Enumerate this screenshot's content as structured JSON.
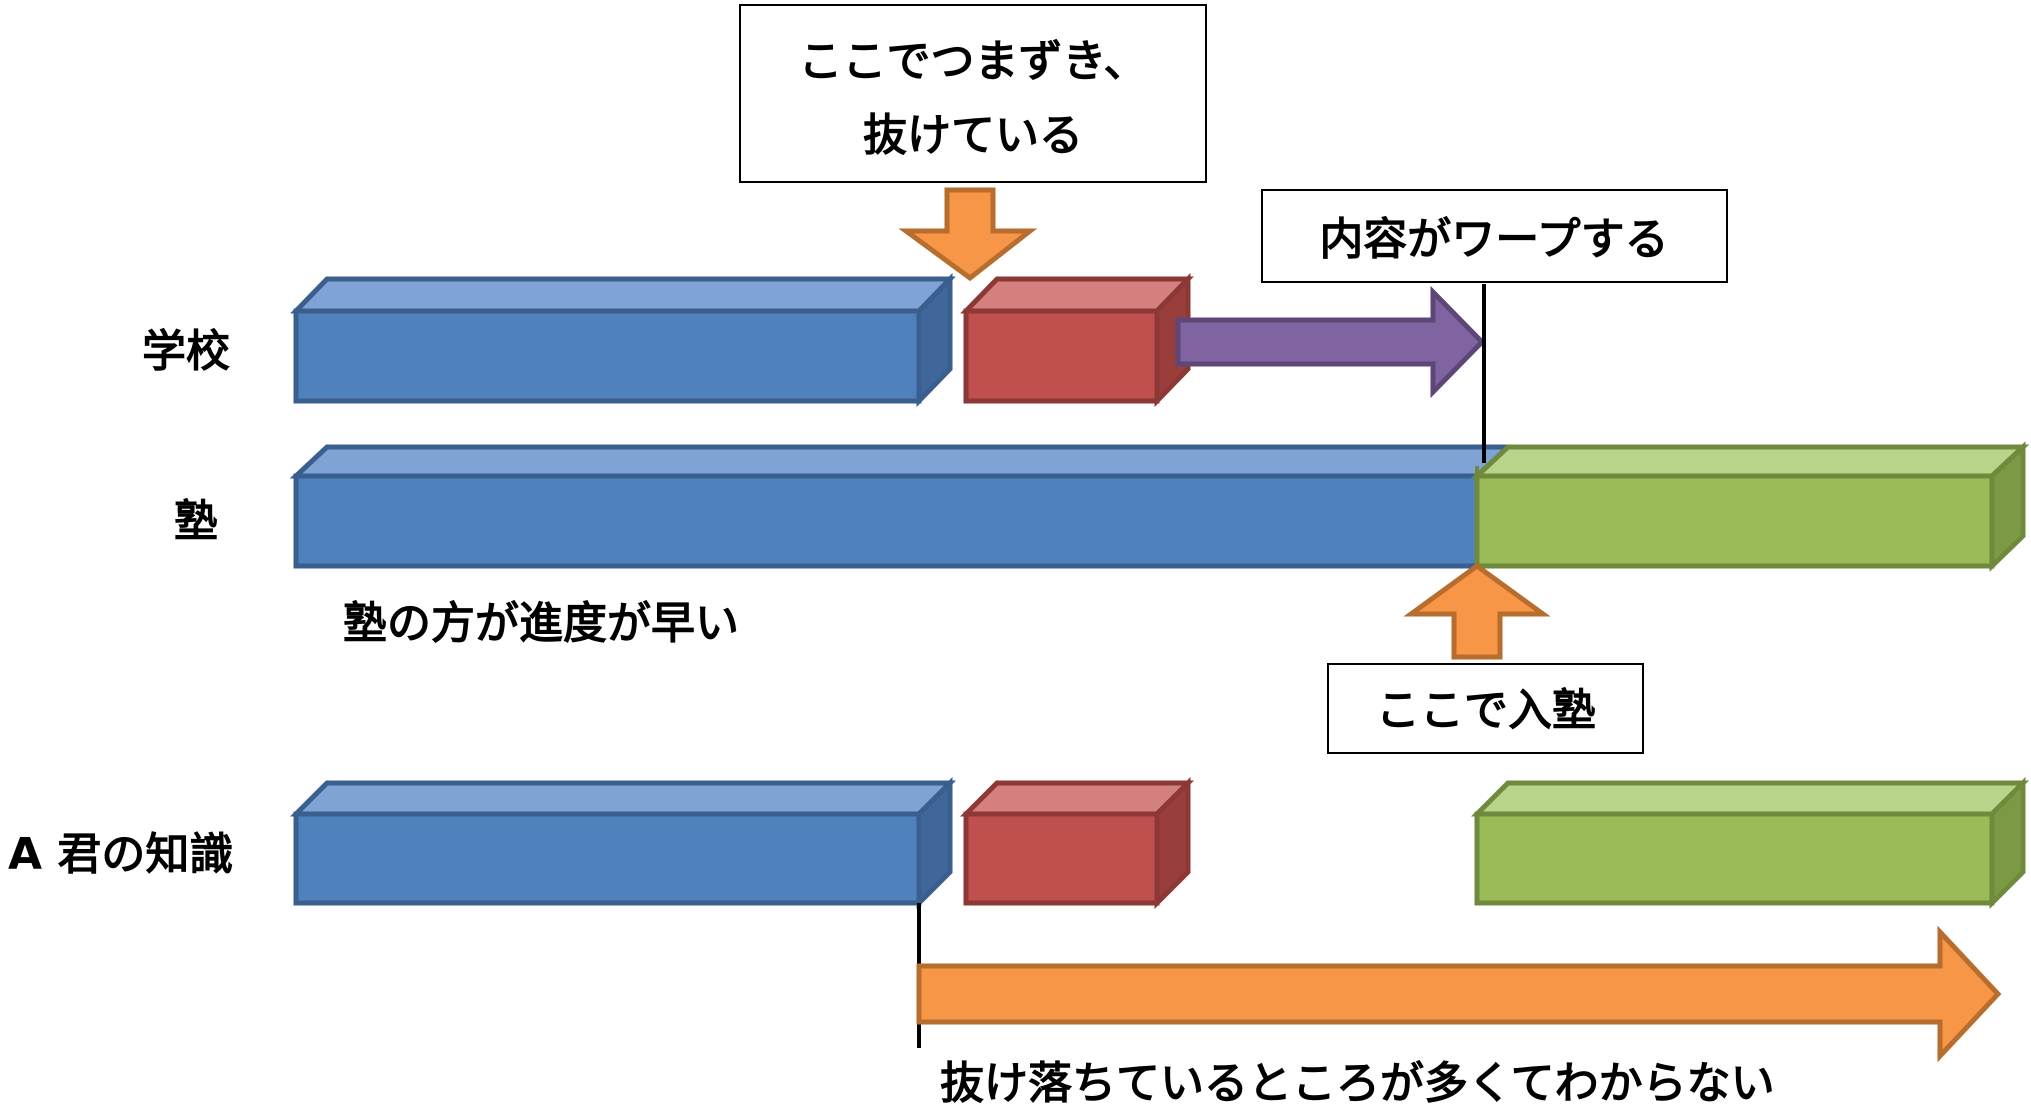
{
  "labels": {
    "school": "学校",
    "juku": "塾",
    "a_knowledge": "A 君の知識"
  },
  "callouts": {
    "stumble_line1": "ここでつまずき、",
    "stumble_line2": "抜けている",
    "warp": "内容がワープする",
    "enter_juku": "ここで入塾"
  },
  "captions": {
    "juku_faster": "塾の方が進度が早い",
    "gaps": "抜け落ちているところが多くてわからない"
  },
  "colors": {
    "blue": "#4f81bd",
    "red": "#c0504d",
    "green": "#9bbb59",
    "purple": "#8064a2",
    "orange": "#f79646"
  }
}
